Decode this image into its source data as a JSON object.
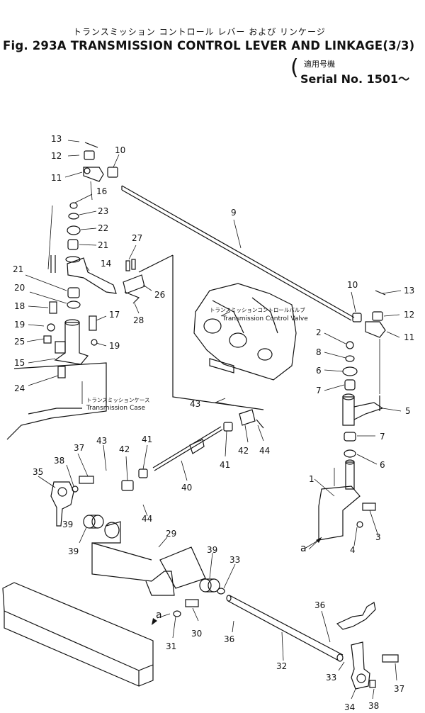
{
  "header": {
    "title_jp": "トランスミッション コントロール レバー および リンケージ",
    "title_en": "Fig. 293A TRANSMISSION CONTROL LEVER AND LINKAGE(3/3)",
    "applicability_jp": "適用号機",
    "serial": "Serial No. 1501～"
  },
  "callouts": {
    "transmission_control_valve_jp": "トランスミッションコントロールバルブ",
    "transmission_control_valve": "Transmission Control Valve",
    "transmission_case_jp": "トランスミッションケース",
    "transmission_case": "Transmission Case",
    "ref_a": "a"
  },
  "part_numbers": [
    "1",
    "2",
    "3",
    "4",
    "5",
    "6",
    "7",
    "8",
    "9",
    "10",
    "11",
    "12",
    "13",
    "14",
    "15",
    "16",
    "17",
    "18",
    "19",
    "20",
    "21",
    "22",
    "23",
    "24",
    "25",
    "26",
    "27",
    "28",
    "29",
    "30",
    "31",
    "32",
    "33",
    "34",
    "35",
    "36",
    "37",
    "38",
    "39",
    "40",
    "41",
    "42",
    "43",
    "44"
  ]
}
